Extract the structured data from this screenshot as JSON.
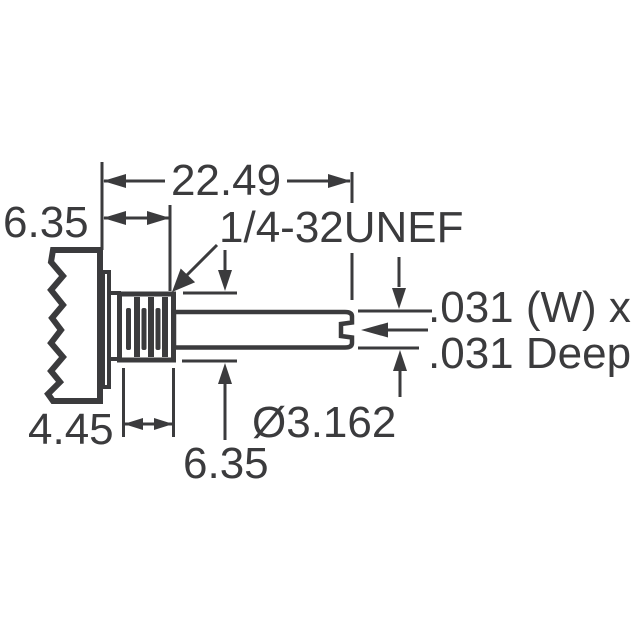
{
  "drawing": {
    "type": "technical-dimension-drawing",
    "subject": "potentiometer shaft and threaded bushing, side view with broken body edge",
    "background_color": "#ffffff",
    "line_color": "#3b3b3d",
    "labels": {
      "overall_length": "22.49",
      "bushing_length": "6.35",
      "thread_spec": "1/4-32UNEF",
      "slot_width": ".031 (W) x",
      "slot_depth": ".031 Deep",
      "shaft_diameter": "Ø3.162",
      "thread_length": "4.45",
      "thread_major_diameter": "6.35"
    }
  }
}
